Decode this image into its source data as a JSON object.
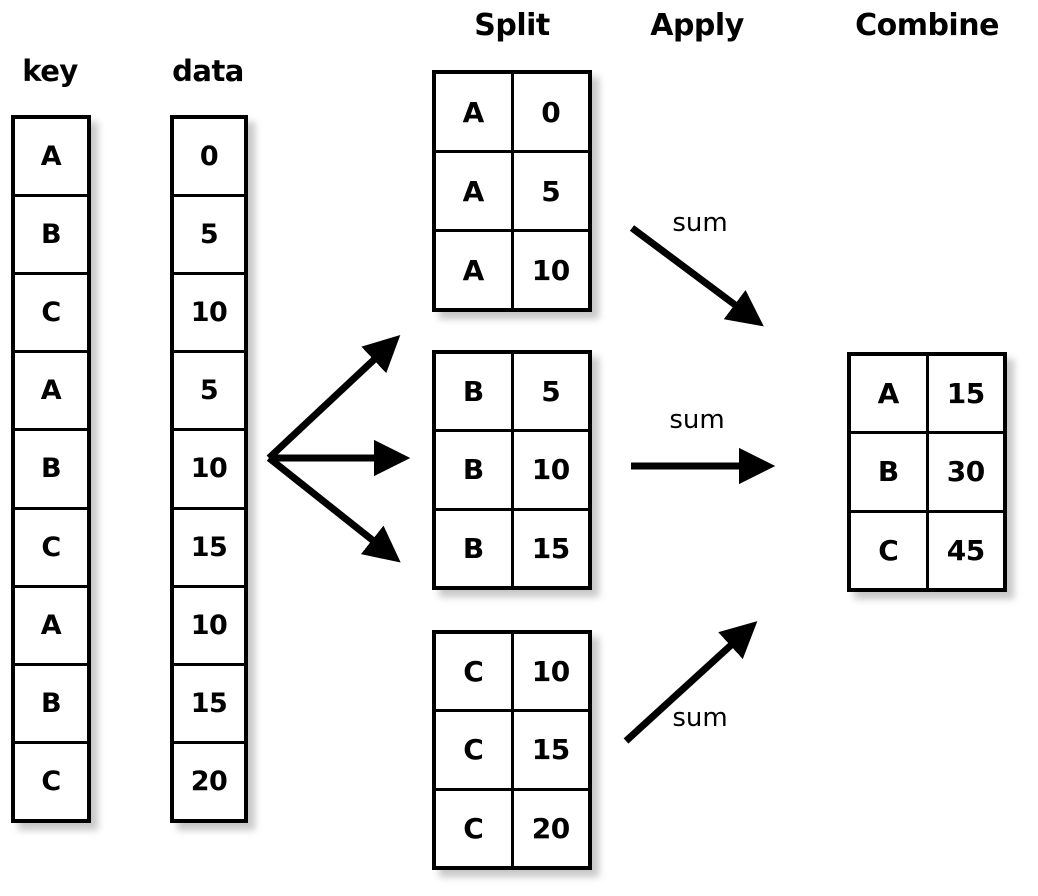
{
  "figure": {
    "title": "Split-Apply-Combine groupby diagram",
    "background_color": "#ffffff",
    "ink_color": "#000000"
  },
  "stage_headings": {
    "split": "Split",
    "apply": "Apply",
    "combine": "Combine"
  },
  "source": {
    "key_caption": "key",
    "data_caption": "data",
    "key_values": [
      "A",
      "B",
      "C",
      "A",
      "B",
      "C",
      "A",
      "B",
      "C"
    ],
    "data_values": [
      "0",
      "5",
      "10",
      "5",
      "10",
      "15",
      "10",
      "15",
      "20"
    ]
  },
  "split_groups": [
    {
      "group_key": "A",
      "rows": [
        {
          "key": "A",
          "value": "0"
        },
        {
          "key": "A",
          "value": "5"
        },
        {
          "key": "A",
          "value": "10"
        }
      ]
    },
    {
      "group_key": "B",
      "rows": [
        {
          "key": "B",
          "value": "5"
        },
        {
          "key": "B",
          "value": "10"
        },
        {
          "key": "B",
          "value": "15"
        }
      ]
    },
    {
      "group_key": "C",
      "rows": [
        {
          "key": "C",
          "value": "10"
        },
        {
          "key": "C",
          "value": "15"
        },
        {
          "key": "C",
          "value": "20"
        }
      ]
    }
  ],
  "apply_labels": [
    {
      "label": "sum"
    },
    {
      "label": "sum"
    },
    {
      "label": "sum"
    }
  ],
  "combine": {
    "rows": [
      {
        "key": "A",
        "value": "15"
      },
      {
        "key": "B",
        "value": "30"
      },
      {
        "key": "C",
        "value": "45"
      }
    ]
  },
  "chart_data": {
    "type": "table",
    "title": "Split-Apply-Combine",
    "stages": [
      "Split",
      "Apply",
      "Combine"
    ],
    "input_columns": [
      "key",
      "data"
    ],
    "input_rows": [
      [
        "A",
        0
      ],
      [
        "B",
        5
      ],
      [
        "C",
        10
      ],
      [
        "A",
        5
      ],
      [
        "B",
        10
      ],
      [
        "C",
        15
      ],
      [
        "A",
        10
      ],
      [
        "B",
        15
      ],
      [
        "C",
        20
      ]
    ],
    "split_groups": [
      {
        "key": "A",
        "values": [
          0,
          5,
          10
        ]
      },
      {
        "key": "B",
        "values": [
          5,
          10,
          15
        ]
      },
      {
        "key": "C",
        "values": [
          10,
          15,
          20
        ]
      }
    ],
    "apply_operation": "sum",
    "combine_rows": [
      {
        "key": "A",
        "value": 15
      },
      {
        "key": "B",
        "value": 30
      },
      {
        "key": "C",
        "value": 45
      }
    ]
  }
}
